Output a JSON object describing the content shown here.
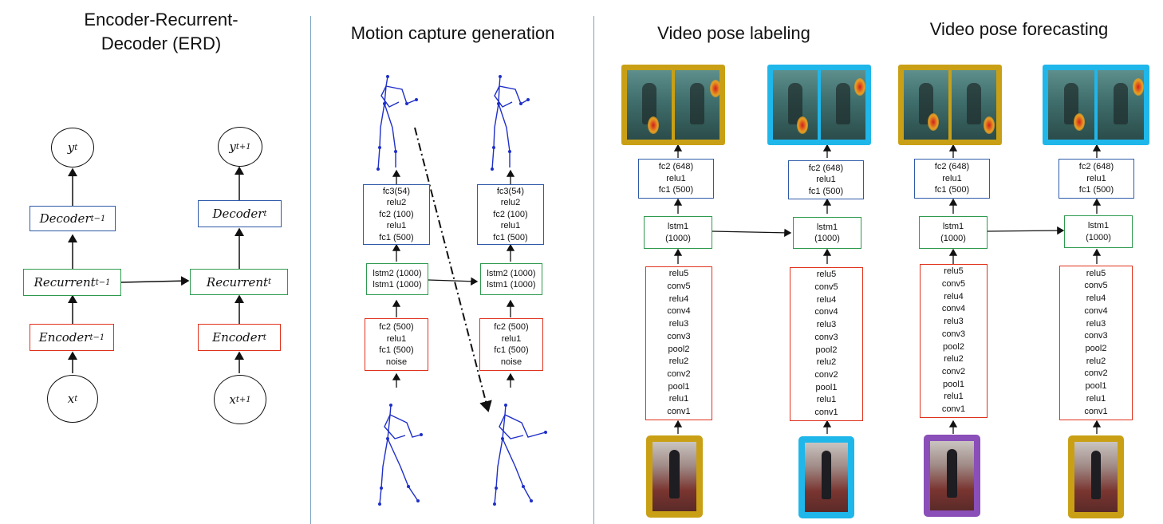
{
  "titles": {
    "erd_line1": "Encoder-Recurrent-",
    "erd_line2": "Decoder (ERD)",
    "mocap": "Motion capture  generation",
    "labeling": "Video pose labeling",
    "forecasting": "Video pose forecasting"
  },
  "erd": {
    "y_t": "y",
    "y_t_sub": "t",
    "y_t1": "y",
    "y_t1_sub": "t+1",
    "decoder_prev": "Decoder",
    "decoder_prev_sub": "t−1",
    "decoder_cur": "Decoder",
    "decoder_cur_sub": "t",
    "recurrent_prev": "Recurrent",
    "recurrent_prev_sub": "t−1",
    "recurrent_cur": "Recurrent",
    "recurrent_cur_sub": "t",
    "encoder_prev": "Encoder",
    "encoder_prev_sub": "t−1",
    "encoder_cur": "Encoder",
    "encoder_cur_sub": "t",
    "x_t": "x",
    "x_t_sub": "t",
    "x_t1": "x",
    "x_t1_sub": "t+1"
  },
  "mocap": {
    "decoder_lines": [
      "fc3(54)",
      "relu2",
      "fc2 (100)",
      "relu1",
      "fc1 (500)"
    ],
    "lstm_lines": [
      "lstm2 (1000)",
      "lstm1 (1000)"
    ],
    "encoder_lines": [
      "fc2 (500)",
      "relu1",
      "fc1 (500)",
      "noise"
    ]
  },
  "video": {
    "decoder_lines": [
      "fc2 (648)",
      "relu1",
      "fc1 (500)"
    ],
    "lstm_lines": [
      "lstm1",
      "(1000)"
    ],
    "encoder_lines": [
      "relu5",
      "conv5",
      "relu4",
      "conv4",
      "relu3",
      "conv3",
      "pool2",
      "relu2",
      "conv2",
      "pool1",
      "relu1",
      "conv1"
    ]
  },
  "colors": {
    "gold": "#c9a015",
    "cyan": "#1fb6ea",
    "purple": "#8a4fb8",
    "blue_box": "#2f5aa8",
    "green_box": "#2e9a4e",
    "red_box": "#e0321d",
    "skeleton": "#1f2fc8"
  },
  "icons": [
    "skeleton-icon",
    "heatmap-frame-icon",
    "video-frame-icon"
  ]
}
